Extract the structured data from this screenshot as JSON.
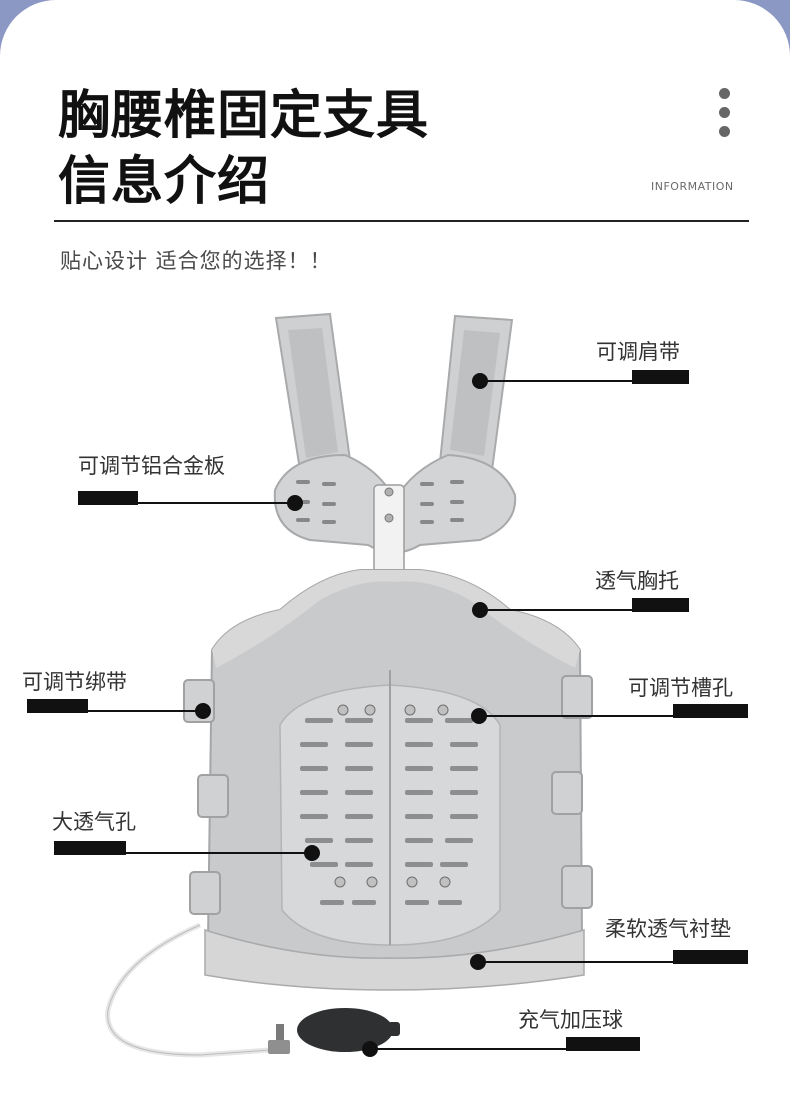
{
  "header": {
    "title_line1": "胸腰椎固定支具",
    "title_line2": "信息介绍",
    "tag": "INFORMATION",
    "subtitle": "贴心设计 适合您的选择！！"
  },
  "callouts": [
    {
      "id": "shoulder-strap",
      "label": "可调肩带"
    },
    {
      "id": "aluminum-plate",
      "label": "可调节铝合金板"
    },
    {
      "id": "chest-support",
      "label": "透气胸托"
    },
    {
      "id": "strap",
      "label": "可调节绑带"
    },
    {
      "id": "slot",
      "label": "可调节槽孔"
    },
    {
      "id": "vent-holes",
      "label": "大透气孔"
    },
    {
      "id": "pad",
      "label": "柔软透气衬垫"
    },
    {
      "id": "pump-ball",
      "label": "充气加压球"
    }
  ],
  "colors": {
    "page_bg": "#8c98c4",
    "card_bg": "#ffffff",
    "brace_gray": "#c8c9ca",
    "text_dark": "#111111"
  }
}
